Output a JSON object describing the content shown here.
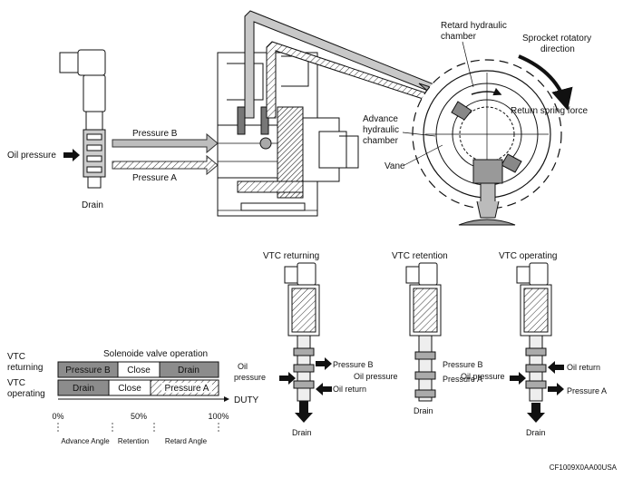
{
  "labels": {
    "oil_pressure": "Oil pressure",
    "pressure_b": "Pressure B",
    "pressure_a": "Pressure A",
    "drain": "Drain",
    "retard_chamber_1": "Retard hydraulic",
    "retard_chamber_2": "chamber",
    "sprocket_1": "Sprocket rotatory",
    "sprocket_2": "direction",
    "return_spring": "Return spring force",
    "advance_chamber_1": "Advance",
    "advance_chamber_2": "hydraulic",
    "advance_chamber_3": "chamber",
    "vane": "Vane"
  },
  "states": {
    "returning": "VTC returning",
    "retention": "VTC retention",
    "operating": "VTC operating"
  },
  "state_labels": {
    "returning": {
      "oil_1": "Oil",
      "oil_2": "pressure",
      "pressure_b": "Pressure B",
      "oil_return": "Oil return",
      "drain": "Drain"
    },
    "retention": {
      "pressure_b": "Pressure B",
      "oil_pressure": "Oil pressure",
      "pressure_a": "Pressure A",
      "drain": "Drain"
    },
    "operating": {
      "oil_pressure": "Oil pressure",
      "oil_return": "Oil return",
      "pressure_a": "Pressure A",
      "drain": "Drain"
    }
  },
  "chart": {
    "title": "Solenoide valve operation",
    "row1_label_1": "VTC",
    "row1_label_2": "returning",
    "row2_label_1": "VTC",
    "row2_label_2": "operating",
    "row1": [
      {
        "text": "Pressure B",
        "fill": "#8c8c8c"
      },
      {
        "text": "Close",
        "fill": "#ffffff"
      },
      {
        "text": "Drain",
        "fill": "#8c8c8c"
      }
    ],
    "row2": [
      {
        "text": "Drain",
        "fill": "#8c8c8c"
      },
      {
        "text": "Close",
        "fill": "#ffffff"
      },
      {
        "text": "Pressure A",
        "fill": "hatched"
      }
    ],
    "duty": "DUTY",
    "ticks": [
      "0%",
      "50%",
      "100%"
    ],
    "regions": [
      "Advance Angle",
      "Retention",
      "Retard Angle"
    ]
  },
  "footer_code": "CF1009X0AA00USA"
}
